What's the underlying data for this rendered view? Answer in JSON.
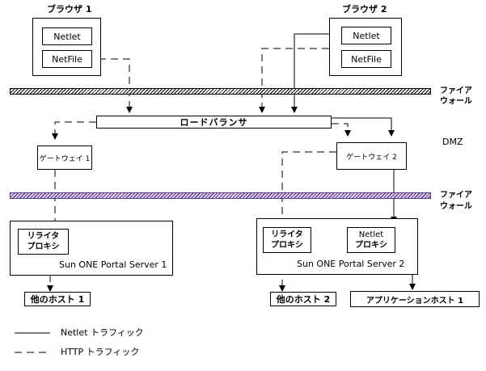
{
  "browsers": {
    "b1": {
      "title": "ブラウザ 1",
      "netlet": "Netlet",
      "netfile": "NetFile"
    },
    "b2": {
      "title": "ブラウザ 2",
      "netlet": "Netlet",
      "netfile": "NetFile"
    }
  },
  "firewall": {
    "label_line1": "ファイア",
    "label_line2": "ウォール"
  },
  "load_balancer": "ロードバランサ",
  "dmz": "DMZ",
  "gateways": {
    "g1": "ゲートウェイ 1",
    "g2": "ゲートウェイ 2"
  },
  "servers": {
    "s1": {
      "name": "Sun ONE Portal Server 1",
      "rewriter_l1": "リライタ",
      "rewriter_l2": "プロキシ"
    },
    "s2": {
      "name": "Sun ONE Portal Server 2",
      "rewriter_l1": "リライタ",
      "rewriter_l2": "プロキシ",
      "netlet_l1": "Netlet",
      "netlet_l2": "プロキシ"
    }
  },
  "hosts": {
    "h1": "他のホスト 1",
    "h2": "他のホスト 2",
    "app": "アプリケーションホスト 1"
  },
  "legend": {
    "netlet": "Netlet トラフィック",
    "http": "HTTP トラフィック"
  }
}
